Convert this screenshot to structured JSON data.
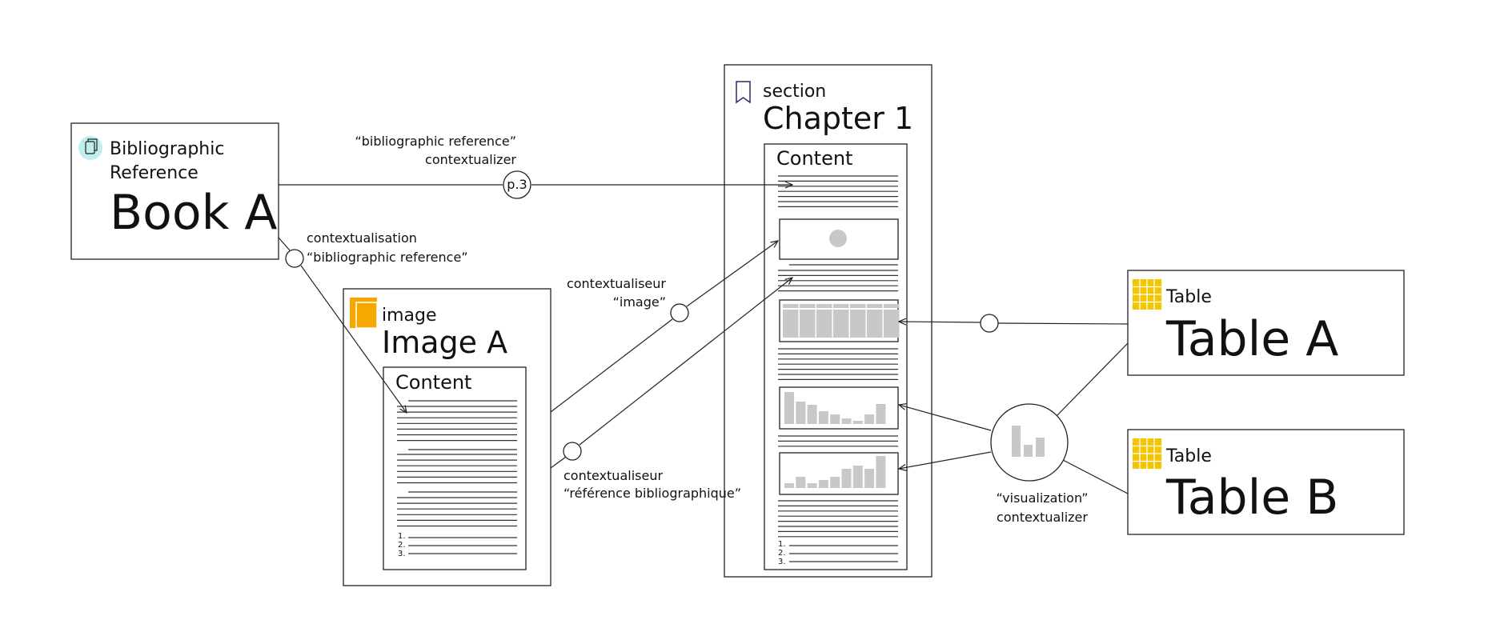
{
  "nodes": {
    "book": {
      "kind_line1": "Bibliographic",
      "kind_line2": "Reference",
      "title": "Book A"
    },
    "image": {
      "kind": "image",
      "title": "Image A",
      "content_label": "Content"
    },
    "chapter": {
      "kind": "section",
      "title": "Chapter 1",
      "content_label": "Content"
    },
    "table_a": {
      "kind": "Table",
      "title": "Table A"
    },
    "table_b": {
      "kind": "Table",
      "title": "Table B"
    }
  },
  "edges": {
    "bibref_contextualizer": {
      "line1": "“bibliographic reference”",
      "line2": "contextualizer",
      "badge": "p.3"
    },
    "bibref_contextualisation": {
      "line1": "contextualisation",
      "line2": "“bibliographic reference”"
    },
    "image_contextualiseur": {
      "line1": "contextualiseur",
      "line2": "“image”"
    },
    "ref_contextualiseur": {
      "line1": "contextualiseur",
      "line2": "“référence bibliographique”"
    },
    "visualization_contextualizer": {
      "line1": "“visualization”",
      "line2": "contextualizer"
    }
  },
  "list_markers": [
    "1.",
    "2.",
    "3."
  ],
  "colors": {
    "bibref_icon_bg": "#bfeeee",
    "image_icon": "#f5a800",
    "table_icon": "#f2c500",
    "section_icon": "#2b2b6b",
    "placeholder_grey": "#c8c8c8"
  },
  "icons": {
    "book": "document-icon",
    "image": "image-icon",
    "section": "bookmark-icon",
    "table": "grid-icon",
    "visualization": "bar-chart-icon"
  }
}
